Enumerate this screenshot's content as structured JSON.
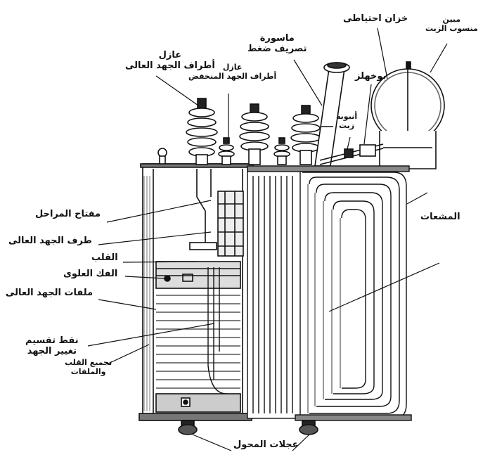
{
  "labels": {
    "hv_insulator": [
      "عازل",
      "أطراف الجهد العالى"
    ],
    "lv_insulator": [
      "عازل",
      "أطراف الجهد المنخفض"
    ],
    "pressure_pipe": [
      "ماسورة",
      "تصريف ضغط"
    ],
    "conservator": "خزان احتياطى",
    "oil_level_gauge": [
      "مبين",
      "منسوب الزيت"
    ],
    "buchholz": "بوخهلز",
    "oil_pipe": [
      "أنبوبة",
      "زيت"
    ],
    "tap_changer_key": "مفتاح المراحل",
    "hv_terminal": "طرف الجهد العالى",
    "core": "القلب",
    "upper_yoke": "الفك العلوى",
    "hv_coils": "ملفات الجهد العالى",
    "tapping_points": [
      "نقط تقسيم",
      "تغيير الجهد"
    ],
    "core_coil_assembly": [
      "تجميع القلب",
      "والملفات"
    ],
    "radiators": "المشعات",
    "wheels": "عجلات المحول"
  },
  "colors": {
    "ink": "#111111",
    "paper": "#ffffff",
    "shade": "#555555"
  }
}
